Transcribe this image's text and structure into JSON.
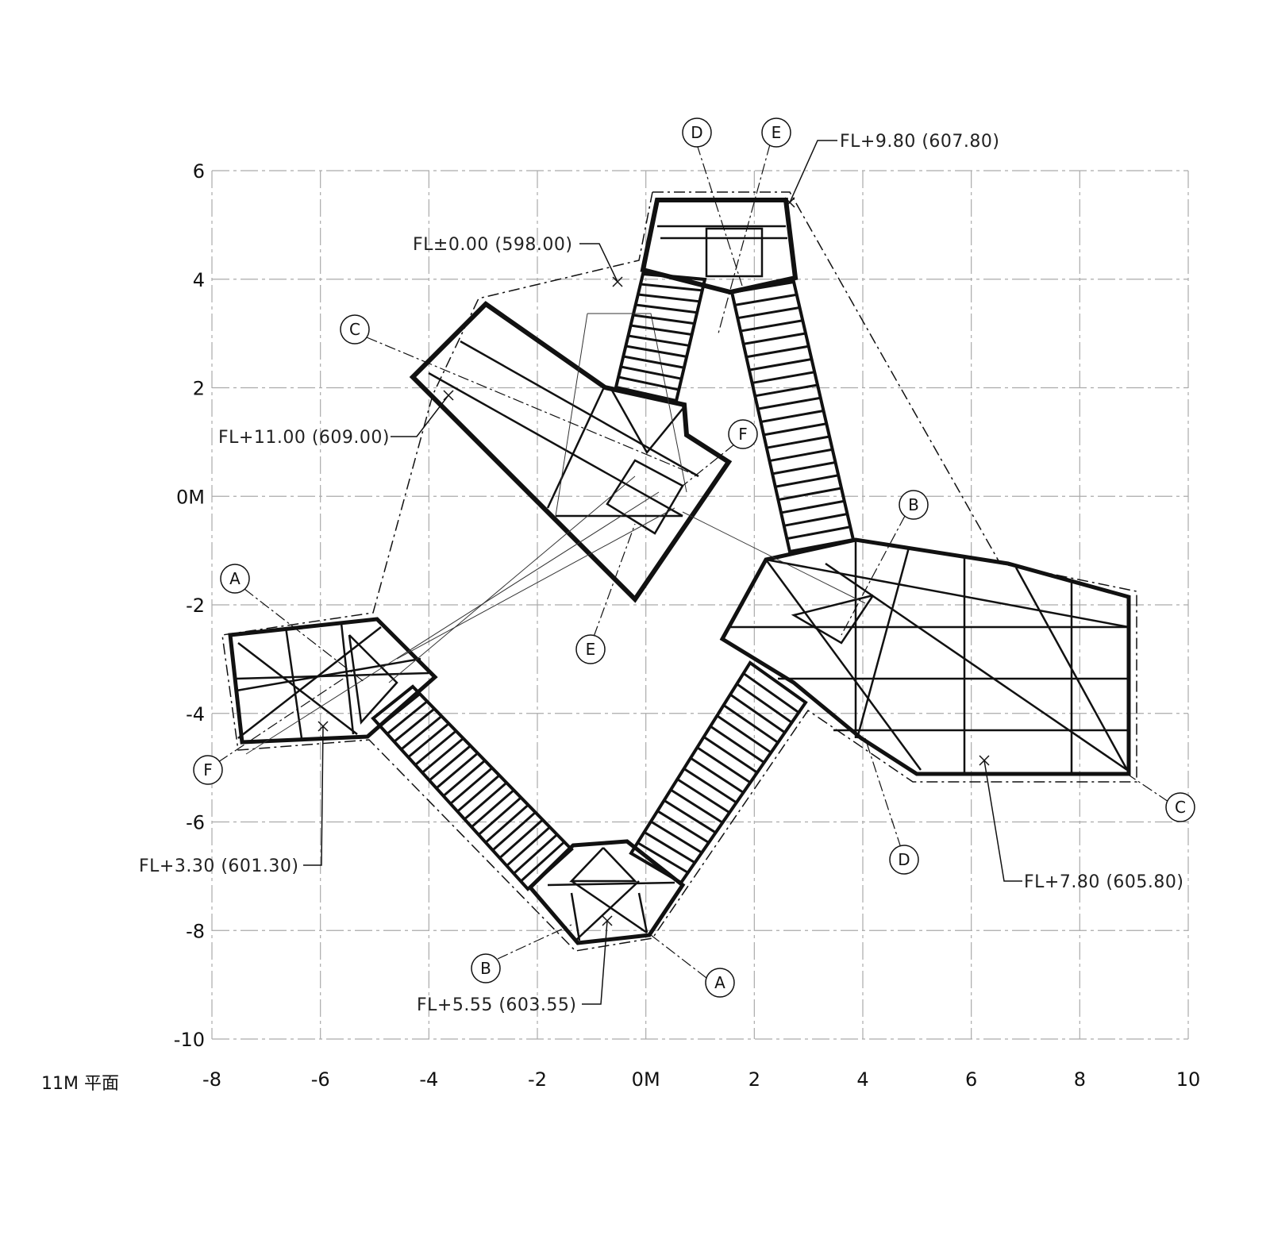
{
  "drawing": {
    "title": "11M 平面",
    "x_ticks": [
      "-8",
      "-6",
      "-4",
      "-2",
      "0M",
      "2",
      "4",
      "6",
      "8",
      "10"
    ],
    "y_ticks": [
      "6",
      "4",
      "2",
      "0M",
      "-2",
      "-4",
      "-6",
      "-8",
      "-10"
    ],
    "axis_bubbles": [
      "D",
      "E",
      "C",
      "F",
      "B",
      "A",
      "E",
      "F",
      "C",
      "D",
      "A",
      "B"
    ],
    "levels": [
      "FL+9.80 (607.80)",
      "FL±0.00 (598.00)",
      "FL+11.00 (609.00)",
      "FL+3.30 (601.30)",
      "FL+7.80 (605.80)",
      "FL+5.55 (603.55)"
    ]
  }
}
